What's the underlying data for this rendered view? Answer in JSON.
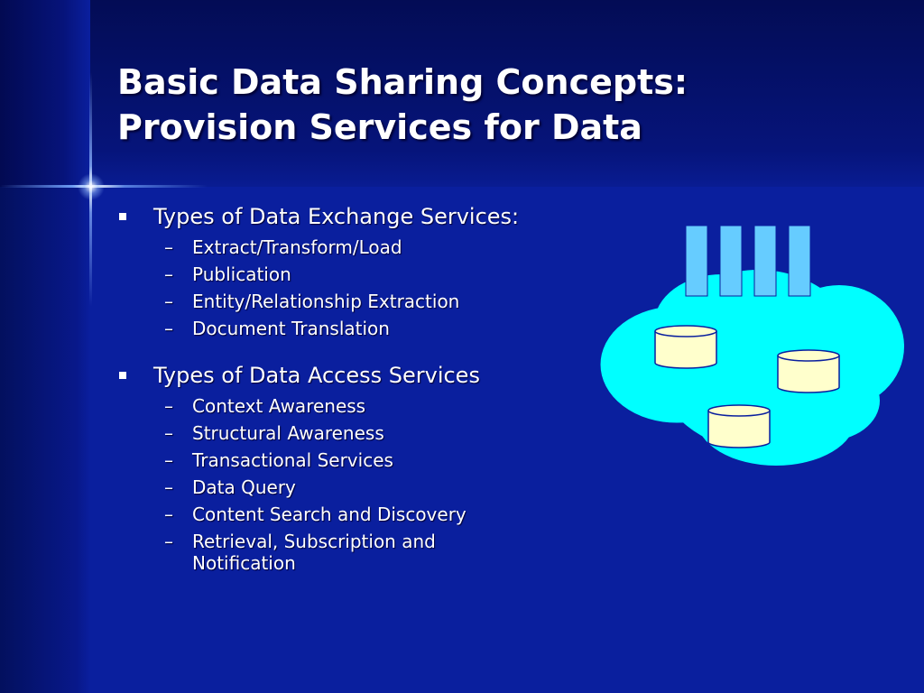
{
  "slide": {
    "title_lines": [
      "Basic Data Sharing Concepts:",
      "Provision Services for Data"
    ],
    "sections": [
      {
        "heading": "Types of Data Exchange Services:",
        "items": [
          "Extract/Transform/Load",
          "Publication",
          "Entity/Relationship Extraction",
          "Document Translation"
        ]
      },
      {
        "heading": "Types of Data Access Services",
        "items": [
          "Context Awareness",
          "Structural Awareness",
          "Transactional Services",
          "Data Query",
          "Content Search and Discovery",
          "Retrieval, Subscription and Notification"
        ]
      }
    ]
  },
  "bullet_symbol": "square-bullet",
  "dash_symbol": "–",
  "colors": {
    "background": "#0a1f9e",
    "cloud": "#00ffff",
    "bars": "#66ccff",
    "cylinders": "#ffffcc",
    "text": "#ffffff"
  }
}
